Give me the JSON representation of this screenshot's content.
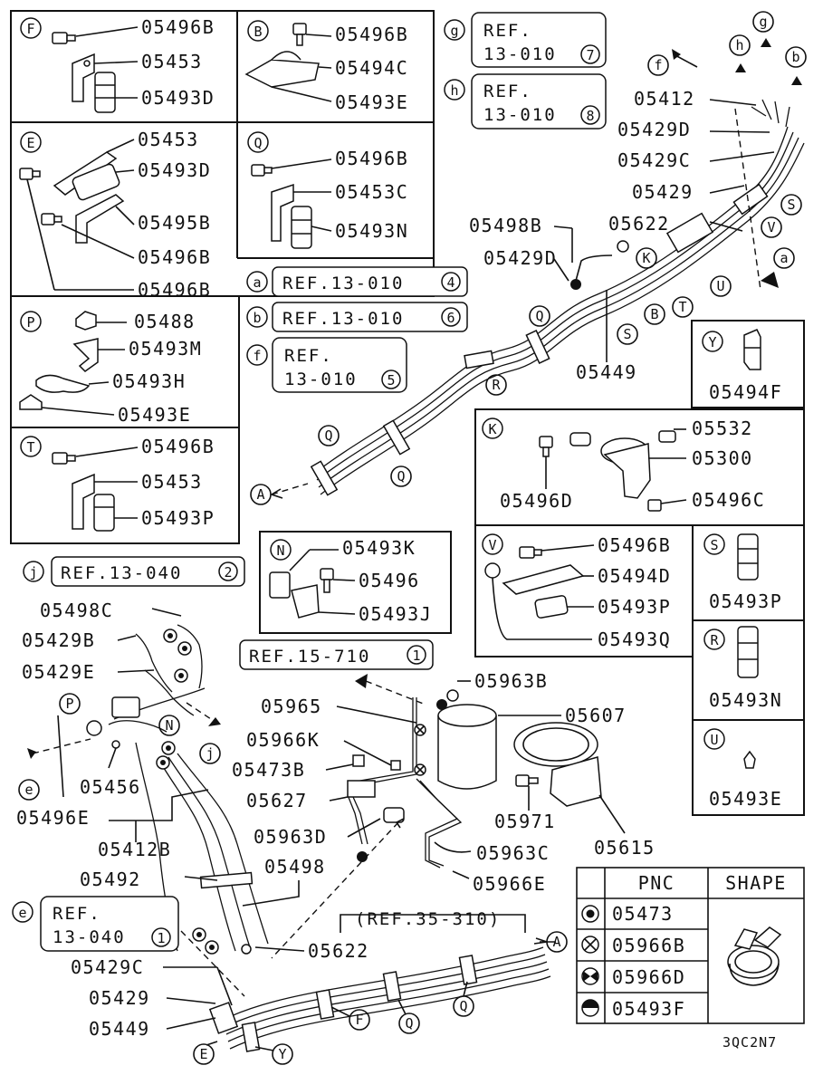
{
  "panels": {
    "F": {
      "letter": "F",
      "parts": [
        "05496B",
        "05453",
        "05493D"
      ]
    },
    "B": {
      "letter": "B",
      "parts": [
        "05496B",
        "05494C",
        "05493E"
      ]
    },
    "E": {
      "letter": "E",
      "parts": [
        "05453",
        "05493D",
        "05495B",
        "05496B",
        "05496B"
      ]
    },
    "Q": {
      "letter": "Q",
      "parts": [
        "05496B",
        "05453C",
        "05493N"
      ]
    },
    "P": {
      "letter": "P",
      "parts": [
        "05488",
        "05493M",
        "05493H",
        "05493E"
      ]
    },
    "T": {
      "letter": "T",
      "parts": [
        "05496B",
        "05453",
        "05493P"
      ]
    },
    "N": {
      "letter": "N",
      "parts": [
        "05493K",
        "05496",
        "05493J"
      ]
    },
    "Y": {
      "letter": "Y",
      "parts": [
        "05494F"
      ]
    },
    "K": {
      "letter": "K",
      "parts": [
        "05532",
        "05300",
        "05496D",
        "05496C"
      ]
    },
    "V": {
      "letter": "V",
      "parts": [
        "05496B",
        "05494D",
        "05493P",
        "05493Q"
      ]
    },
    "S": {
      "letter": "S",
      "parts": [
        "05493P"
      ]
    },
    "R": {
      "letter": "R",
      "parts": [
        "05493N"
      ]
    },
    "U": {
      "letter": "U",
      "parts": [
        "05493E"
      ]
    }
  },
  "refs": {
    "g": {
      "letter": "g",
      "line1": "REF.",
      "line2": "13-010",
      "num": "7"
    },
    "h": {
      "letter": "h",
      "line1": "REF.",
      "line2": "13-010",
      "num": "8"
    },
    "a": {
      "letter": "a",
      "text": "REF.13-010",
      "num": "4"
    },
    "b": {
      "letter": "b",
      "text": "REF.13-010",
      "num": "6"
    },
    "f": {
      "letter": "f",
      "line1": "REF.",
      "line2": "13-010",
      "num": "5"
    },
    "j": {
      "letter": "j",
      "text": "REF.13-040",
      "num": "2"
    },
    "e": {
      "letter": "e",
      "line1": "REF.",
      "line2": "13-040",
      "num": "1"
    },
    "r15": {
      "text": "REF.15-710",
      "num": "1"
    },
    "r35": {
      "text": "(REF.35-310)"
    }
  },
  "callouts": {
    "upper_right": {
      "c05412": "05412",
      "c05429D": "05429D",
      "c05429C": "05429C",
      "c05429": "05429",
      "c05622": "05622",
      "c05498B": "05498B",
      "c05429D2": "05429D",
      "c05449": "05449"
    },
    "lower_left": {
      "c05498C": "05498C",
      "c05429B": "05429B",
      "c05429E": "05429E",
      "c05456": "05456",
      "c05496E": "05496E",
      "c05412B": "05412B",
      "c05492": "05492",
      "c05498": "05498",
      "c05622": "05622",
      "c05429C": "05429C",
      "c05429": "05429",
      "c05449": "05449"
    },
    "center": {
      "c05963B": "05963B",
      "c05965": "05965",
      "c05607": "05607",
      "c05966K": "05966K",
      "c05473B": "05473B",
      "c05627": "05627",
      "c05963D": "05963D",
      "c05971": "05971",
      "c05963C": "05963C",
      "c05615": "05615",
      "c05966E": "05966E"
    }
  },
  "diagram_letters": {
    "A": "A",
    "Q": "Q",
    "R": "R",
    "S": "S",
    "K": "K",
    "T": "T",
    "B": "B",
    "U": "U",
    "V": "V",
    "P": "P",
    "N": "N",
    "F": "F",
    "E": "E",
    "Y": "Y",
    "a": "a",
    "b": "b",
    "g": "g",
    "h": "h",
    "f": "f",
    "e": "e",
    "j": "j"
  },
  "legend": {
    "headers": {
      "pnc": "PNC",
      "shape": "SHAPE"
    },
    "rows": [
      {
        "symbol": "dot",
        "pnc": "05473"
      },
      {
        "symbol": "cross",
        "pnc": "05966B"
      },
      {
        "symbol": "bowtie",
        "pnc": "05966D"
      },
      {
        "symbol": "half",
        "pnc": "05493F"
      }
    ]
  },
  "diagram_code": "3QC2N7"
}
